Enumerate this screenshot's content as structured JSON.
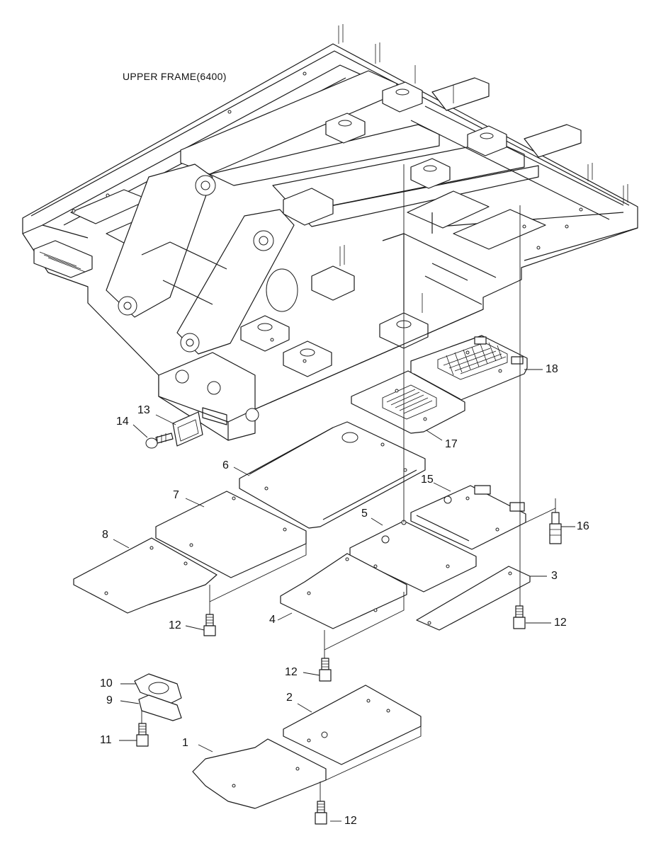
{
  "diagram": {
    "title": "UPPER FRAME(6400)",
    "callouts": [
      {
        "id": "c1",
        "label": "1"
      },
      {
        "id": "c2",
        "label": "2"
      },
      {
        "id": "c3",
        "label": "3"
      },
      {
        "id": "c4",
        "label": "4"
      },
      {
        "id": "c5",
        "label": "5"
      },
      {
        "id": "c6",
        "label": "6"
      },
      {
        "id": "c7",
        "label": "7"
      },
      {
        "id": "c8",
        "label": "8"
      },
      {
        "id": "c9",
        "label": "9"
      },
      {
        "id": "c10",
        "label": "10"
      },
      {
        "id": "c11",
        "label": "11"
      },
      {
        "id": "c12a",
        "label": "12"
      },
      {
        "id": "c12b",
        "label": "12"
      },
      {
        "id": "c12c",
        "label": "12"
      },
      {
        "id": "c12d",
        "label": "12"
      },
      {
        "id": "c13",
        "label": "13"
      },
      {
        "id": "c14",
        "label": "14"
      },
      {
        "id": "c15",
        "label": "15"
      },
      {
        "id": "c16",
        "label": "16"
      },
      {
        "id": "c17",
        "label": "17"
      },
      {
        "id": "c18",
        "label": "18"
      }
    ]
  }
}
